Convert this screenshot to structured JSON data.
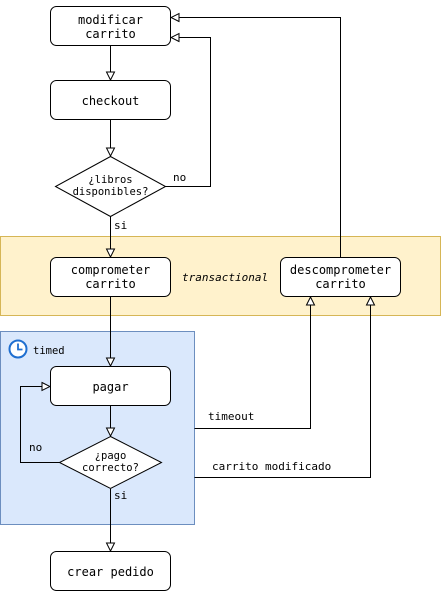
{
  "nodes": {
    "modificar": [
      "modificar",
      "carrito"
    ],
    "checkout": "checkout",
    "libros": [
      "¿libros",
      "disponibles?"
    ],
    "comprometer": [
      "comprometer",
      "carrito"
    ],
    "descomprometer": [
      "descomprometer",
      "carrito"
    ],
    "pagar": "pagar",
    "pago": [
      "¿pago",
      "correcto?"
    ],
    "crear": "crear pedido"
  },
  "groups": {
    "transactional": {
      "label": "transactional",
      "fill": "#fff2cc",
      "stroke": "#d6b656"
    },
    "timed": {
      "label": "timed",
      "fill": "#dae8fc",
      "stroke": "#6c8ebf",
      "icon": "clock-icon",
      "icon_color": "#1f6fd0"
    }
  },
  "edge_labels": {
    "no_libros": "no",
    "si_libros": "si",
    "timeout": "timeout",
    "no_pago": "no",
    "carrito_modificado": "carrito modificado",
    "si_pago": "si"
  }
}
